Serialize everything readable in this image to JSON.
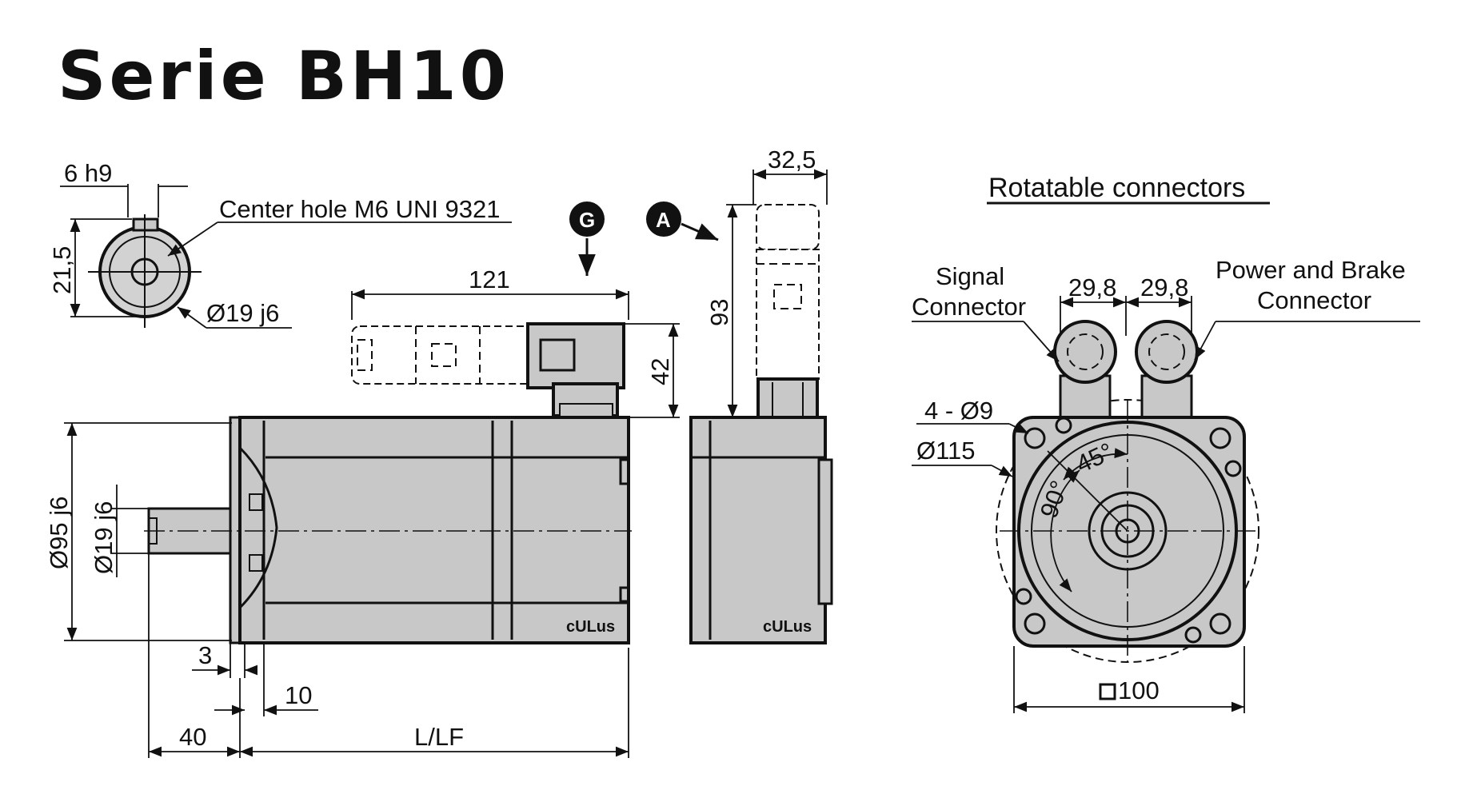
{
  "title": "Serie BH10",
  "section_title": "Rotatable connectors",
  "labels": {
    "key_width": "6 h9",
    "center_hole": "Center hole M6 UNI 9321",
    "key_height": "21,5",
    "shaft_small_dia": "Ø19 j6",
    "marker_g": "G",
    "marker_a": "A",
    "connector_length": "121",
    "connector_height": "42",
    "side_width": "32,5",
    "side_height": "93",
    "body_dia": "Ø95 j6",
    "shaft_dia": "Ø19 j6",
    "flange_thickness": "3",
    "shaft_step": "10",
    "shaft_length": "40",
    "motor_length": "L/LF",
    "signal_connector": "Signal Connector",
    "signal_connector_l1": "Signal",
    "signal_connector_l2": "Connector",
    "power_connector_l1": "Power and Brake",
    "power_connector_l2": "Connector",
    "gap_left": "29,8",
    "gap_right": "29,8",
    "holes": "4 - Ø9",
    "pcd": "Ø115",
    "angle_45": "45°",
    "angle_90": "90°",
    "square": "100",
    "cert": "cULus"
  }
}
